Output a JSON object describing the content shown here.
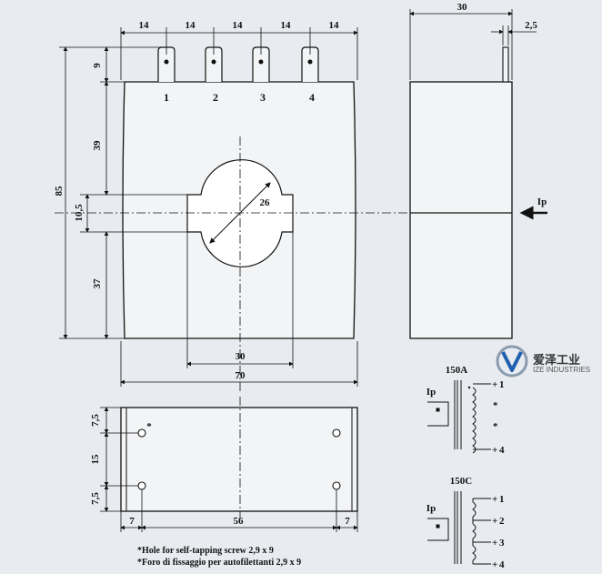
{
  "colors": {
    "background": "#e8ecf0",
    "line": "#111111",
    "logo_blue": "#1f5fb0",
    "logo_gray": "#8a9bb0"
  },
  "front_view": {
    "top_dims": [
      "14",
      "14",
      "14",
      "14",
      "14"
    ],
    "terminals": [
      "1",
      "2",
      "3",
      "4"
    ],
    "height_total": "85",
    "height_terminal": "9",
    "height_upper": "39",
    "height_window": "10,5",
    "height_lower": "37",
    "window_diameter": "26",
    "window_width": "30",
    "body_width": "70"
  },
  "side_view": {
    "width": "30",
    "tab_thickness": "2,5",
    "current_label": "Ip"
  },
  "bottom_view": {
    "left_dims": [
      "7,5",
      "15",
      "7,5"
    ],
    "bottom_dims": [
      "7",
      "56",
      "7"
    ],
    "hole_marker": "*"
  },
  "schematic_150A": {
    "title": "150A",
    "input_label": "Ip",
    "terminals": [
      "1",
      "4"
    ],
    "stars": [
      "*",
      "*"
    ]
  },
  "schematic_150C": {
    "title": "150C",
    "input_label": "Ip",
    "terminals": [
      "1",
      "2",
      "3",
      "4"
    ]
  },
  "notes": [
    "*Hole for self-tapping screw 2,9 x 9",
    "*Foro di fissaggio per autofilettanti 2,9 x 9"
  ],
  "logo": {
    "cn_text": "爱泽工业",
    "en_text": "IZE INDUSTRIES"
  }
}
